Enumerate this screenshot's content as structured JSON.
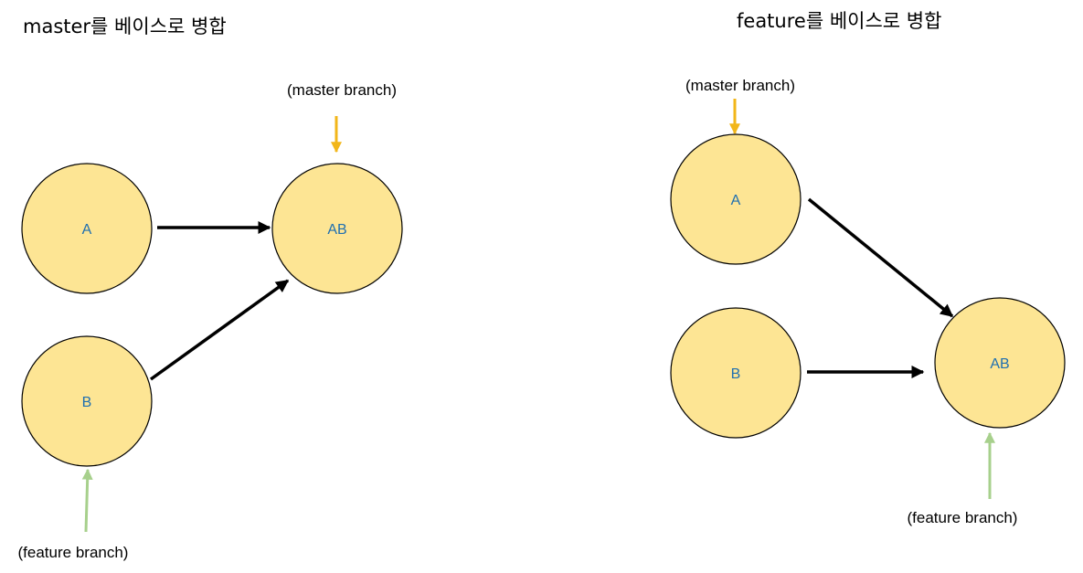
{
  "colors": {
    "commit_fill": "#fde594",
    "commit_stroke": "#000000",
    "commit_text": "#1f6fb0",
    "master_pointer": "#f2b619",
    "feature_pointer": "#a7d08c",
    "merge_arrow": "#000000"
  },
  "left_diagram": {
    "title": "master를 베이스로 병합",
    "commit_a": "A",
    "commit_b": "B",
    "commit_ab": "AB",
    "master_label": "(master branch)",
    "feature_label": "(feature branch)"
  },
  "right_diagram": {
    "title": "feature를 베이스로 병합",
    "commit_a": "A",
    "commit_b": "B",
    "commit_ab": "AB",
    "master_label": "(master branch)",
    "feature_label": "(feature branch)"
  }
}
